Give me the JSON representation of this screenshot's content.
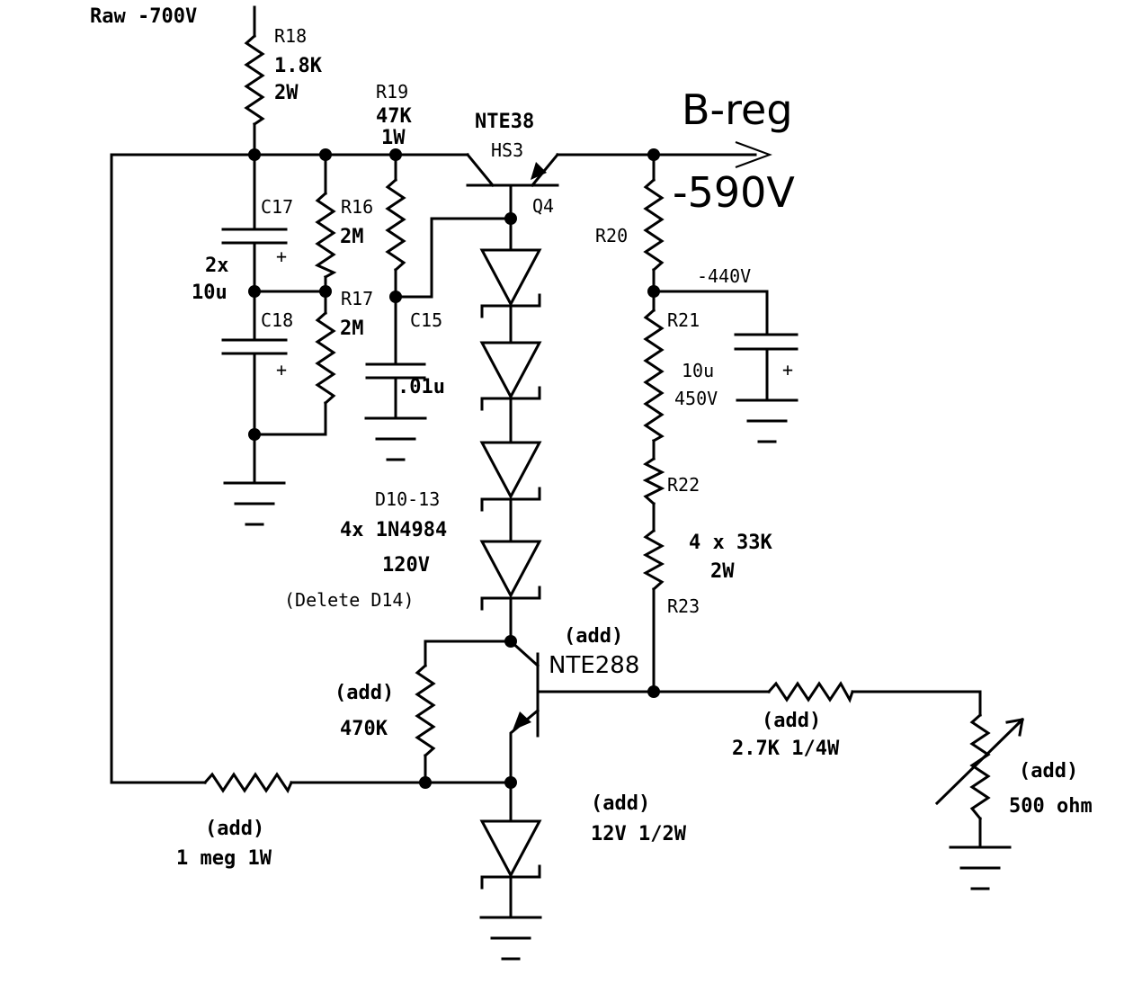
{
  "labels": {
    "raw_supply": "Raw -700V",
    "r18_ref": "R18",
    "r18_value": "1.8K",
    "r18_power": "2W",
    "r19_ref": "R19",
    "r19_value": "47K",
    "r19_power": "1W",
    "q4_type": "NTE38",
    "q4_heatsink": "HS3",
    "q4_ref": "Q4",
    "breg_title": "B-reg",
    "breg_voltage": "-590V",
    "c17_ref": "C17",
    "c18_ref": "C18",
    "cap_count": "2x",
    "cap_value": "10u",
    "cap_plus_1": "+",
    "cap_plus_2": "+",
    "r16_ref": "R16",
    "r16_value": "2M",
    "r17_ref": "R17",
    "r17_value": "2M",
    "c15_ref": "C15",
    "c15_value": ".01u",
    "r20_ref": "R20",
    "tap_voltage": "-440V",
    "r21_ref": "R21",
    "tap_cap_value": "10u",
    "tap_cap_voltage": "450V",
    "tap_cap_plus": "+",
    "r22_ref": "R22",
    "r23_ref": "R23",
    "divider_value": "4 x 33K",
    "divider_power": "2W",
    "d_ref": "D10-13",
    "d_type": "4x 1N4984",
    "d_voltage": "120V",
    "d_delete": "(Delete D14)",
    "add_transistor": "(add)",
    "add_transistor_type": "NTE288",
    "add_470k": "(add)",
    "r_470k_value": "470K",
    "add_2k7": "(add)",
    "r_2k7_value": "2.7K 1/4W",
    "add_pot": "(add)",
    "pot_value": "500 ohm",
    "add_zener": "(add)",
    "zener_value": "12V 1/2W",
    "add_1meg": "(add)",
    "r_1meg_value": "1 meg 1W"
  }
}
